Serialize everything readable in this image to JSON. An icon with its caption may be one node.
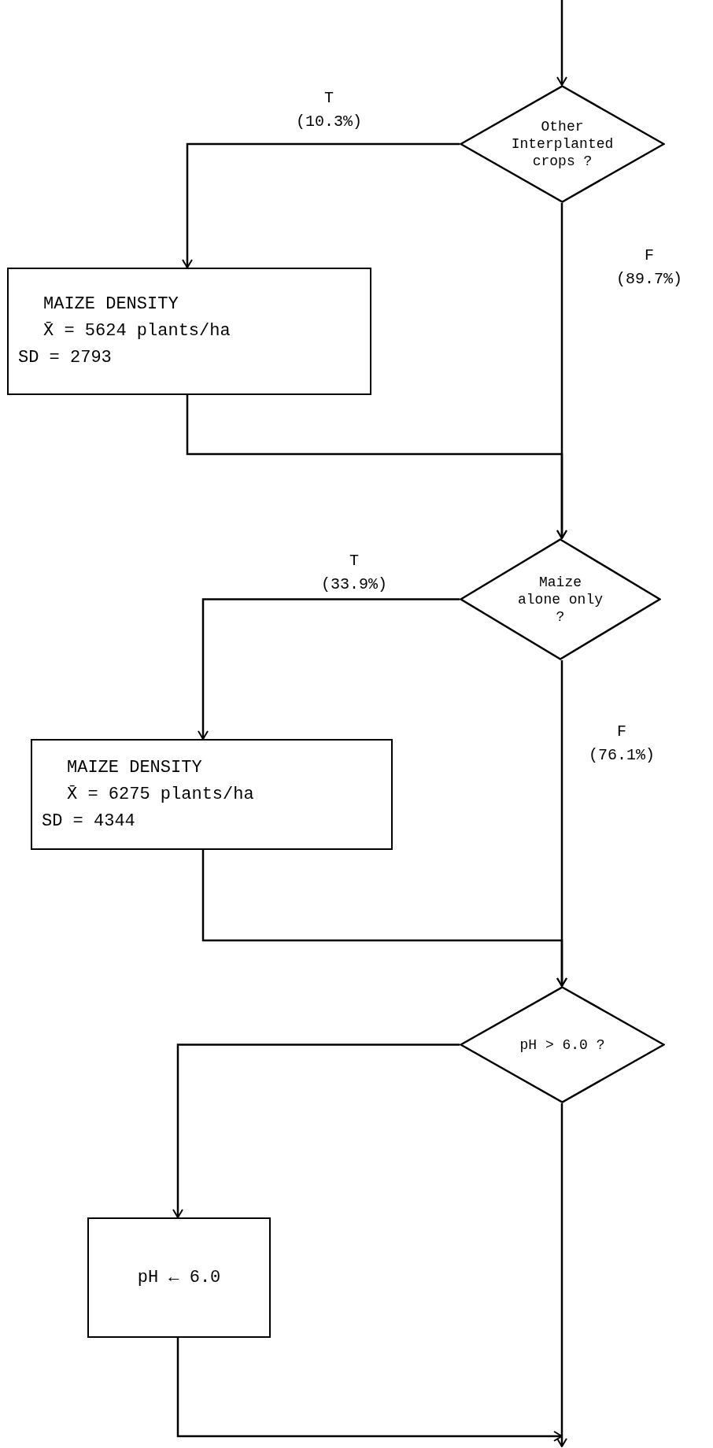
{
  "diagram": {
    "nodes": [
      {
        "text": [
          "Other Interplanted crops ?"
        ]
      },
      {
        "text": [
          "MAIZE DENSITY",
          "X̄ = 5624 plants/ha",
          "SD = 2793"
        ]
      },
      {
        "text": [
          "Maize alone only ?"
        ]
      },
      {
        "text": [
          "MAIZE DENSITY",
          "X̄ = 6275 plants/ha",
          "SD = 4344"
        ]
      },
      {
        "text": [
          "pH > 6.0 ?"
        ]
      },
      {
        "text": [
          "pH ← 6.0"
        ]
      }
    ],
    "edges": [
      {
        "from": null,
        "to": 0,
        "arrow": "to"
      },
      {
        "from": 0,
        "to": 1,
        "arrow": "to",
        "label": "T (10.3%)"
      },
      {
        "from": 0,
        "to": 2,
        "arrow": "to",
        "label": "F (89.7%)"
      },
      {
        "from": 1,
        "to": 2,
        "arrow": "to"
      },
      {
        "from": 2,
        "to": 3,
        "arrow": "to",
        "label": "T (33.9%)"
      },
      {
        "from": 2,
        "to": 4,
        "arrow": "to",
        "label": "F (76.1%)"
      },
      {
        "from": 3,
        "to": 4,
        "arrow": "to"
      },
      {
        "from": 4,
        "to": 5,
        "arrow": "to"
      },
      {
        "from": 4,
        "to": null,
        "arrow": "to"
      },
      {
        "from": 5,
        "to": null,
        "arrow": "to"
      }
    ]
  }
}
